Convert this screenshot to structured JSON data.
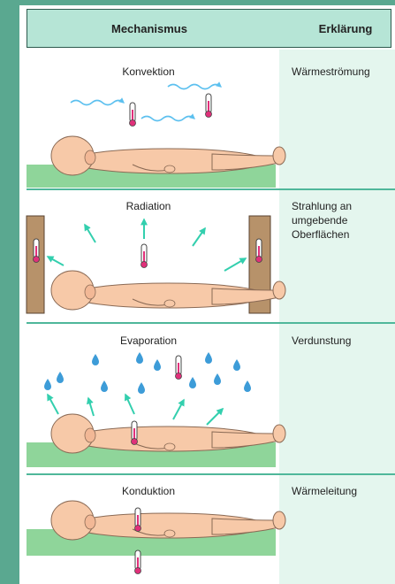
{
  "header": {
    "mechanism": "Mechanismus",
    "explanation": "Erklärung"
  },
  "rows": [
    {
      "mechanism": "Konvektion",
      "explanation": "Wärmeströmung"
    },
    {
      "mechanism": "Radiation",
      "explanation": "Strahlung an umgebende Oberflächen"
    },
    {
      "mechanism": "Evaporation",
      "explanation": "Verdunstung"
    },
    {
      "mechanism": "Konduktion",
      "explanation": "Wärmeleitung"
    }
  ],
  "colors": {
    "background": "#5aa890",
    "header": "#b6e5d6",
    "explanation_column": "#e4f6ee",
    "divider": "#4fb79a",
    "skin": "#f7c9a8",
    "ground": "#8fd59a",
    "arrow": "#33cfae",
    "drop": "#3d9cd8",
    "wall": "#b7926a"
  }
}
